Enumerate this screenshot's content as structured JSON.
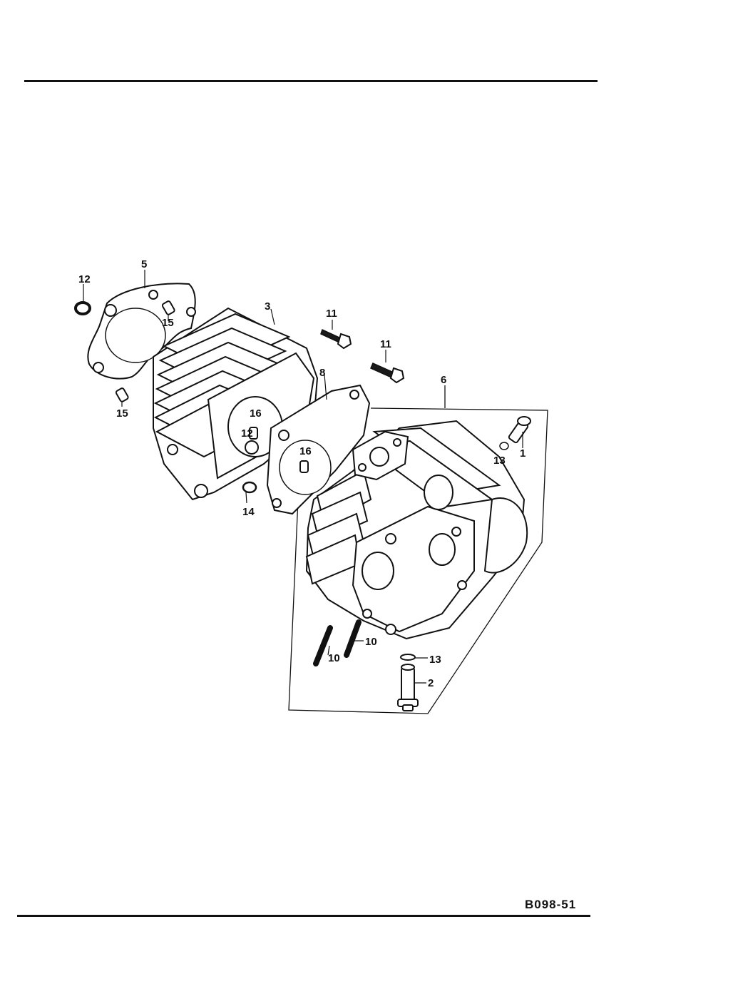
{
  "page": {
    "code": "B098-51"
  },
  "callouts": [
    {
      "id": "12a",
      "text": "12"
    },
    {
      "id": "5",
      "text": "5"
    },
    {
      "id": "15a",
      "text": "15"
    },
    {
      "id": "15b",
      "text": "15"
    },
    {
      "id": "3",
      "text": "3"
    },
    {
      "id": "11a",
      "text": "11"
    },
    {
      "id": "11b",
      "text": "11"
    },
    {
      "id": "8",
      "text": "8"
    },
    {
      "id": "6",
      "text": "6"
    },
    {
      "id": "16a",
      "text": "16"
    },
    {
      "id": "12b",
      "text": "12"
    },
    {
      "id": "16b",
      "text": "16"
    },
    {
      "id": "14",
      "text": "14"
    },
    {
      "id": "13a",
      "text": "13"
    },
    {
      "id": "1",
      "text": "1"
    },
    {
      "id": "10a",
      "text": "10"
    },
    {
      "id": "10b",
      "text": "10"
    },
    {
      "id": "13b",
      "text": "13"
    },
    {
      "id": "2",
      "text": "2"
    }
  ]
}
